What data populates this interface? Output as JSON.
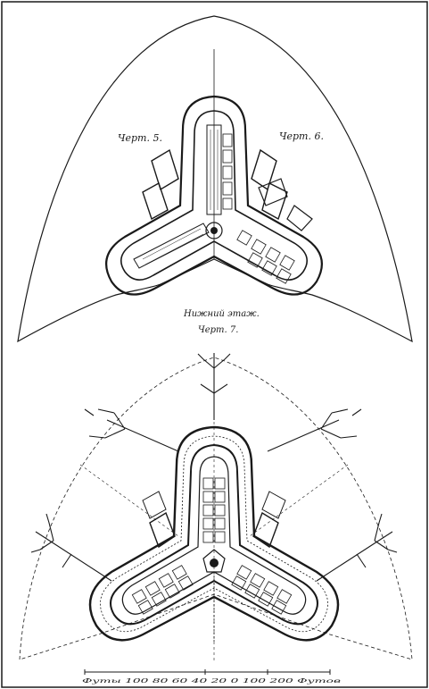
{
  "labels": {
    "fig5": "Черт. 5.",
    "fig6": "Черт. 6.",
    "lower_floor": "Нижний этаж.",
    "fig7": "Черт. 7.",
    "scale": "Футы 100 80 60 40 20 0 100 200 Футов"
  },
  "colors": {
    "paper": "#ffffff",
    "ink": "#1a1a1a"
  }
}
